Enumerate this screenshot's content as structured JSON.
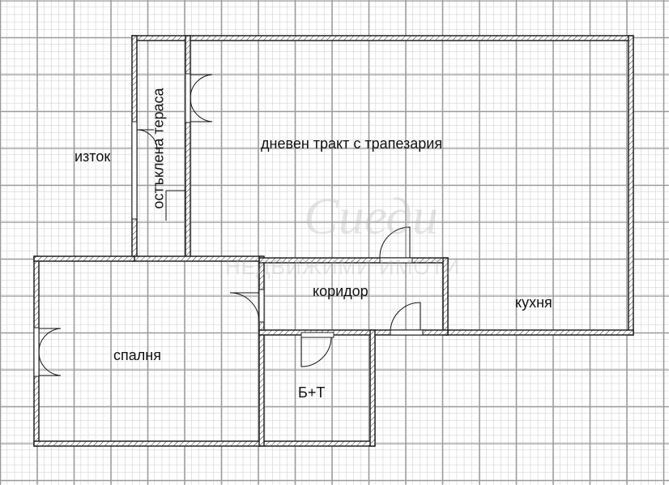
{
  "rooms": {
    "living": "дневен тракт с трапезария",
    "terrace": "остъклена тераса",
    "corridor": "коридор",
    "kitchen": "кухня",
    "bedroom": "спалня",
    "bathroom": "Б+Т"
  },
  "orientation": "изток",
  "watermark": {
    "script": "Сиеди",
    "caption": "НЕДВИЖИМИ ИМОТИ"
  },
  "colors": {
    "grid_minor": "#c8c8c8",
    "grid_major": "#9a9a9a",
    "wall": "#222222"
  }
}
